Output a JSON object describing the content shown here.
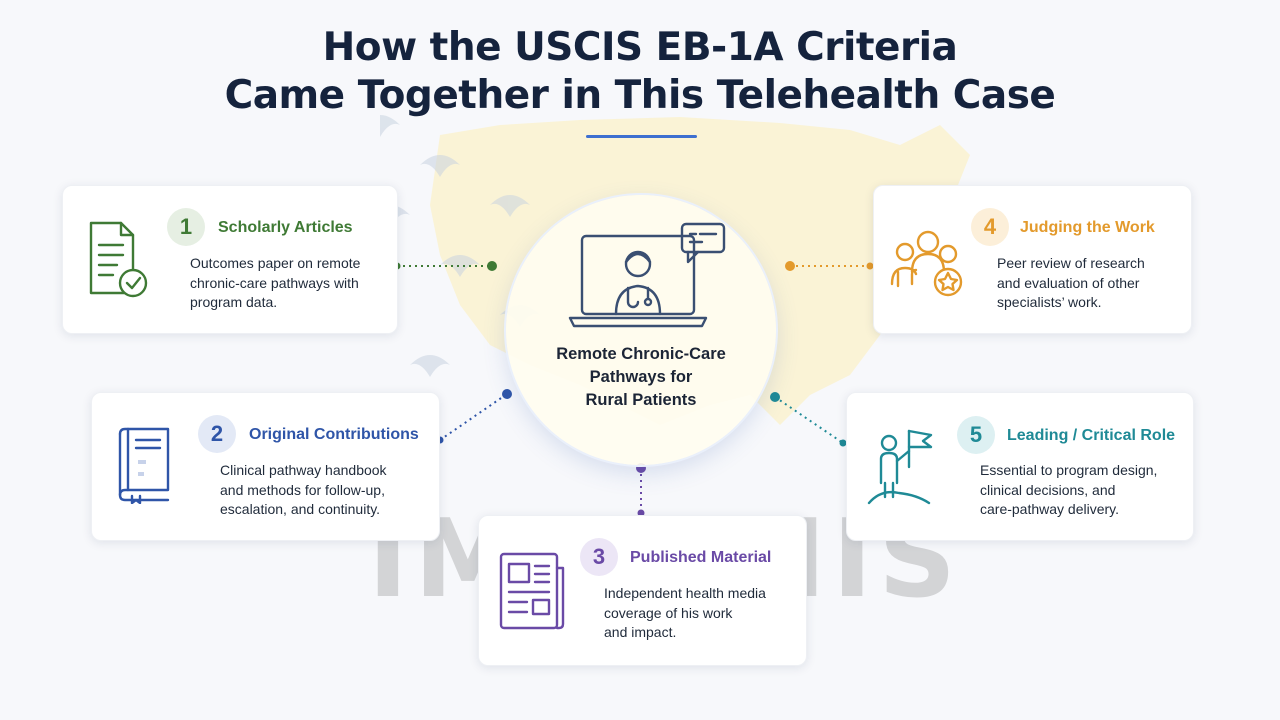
{
  "title": {
    "line1": "How the USCIS EB-1A Criteria",
    "line2": "Came Together in This Telehealth Case"
  },
  "center": {
    "label": "Remote Chronic-Care\nPathways for\nRural Patients",
    "icon": "telehealth-doctor-laptop-icon"
  },
  "criteria": [
    {
      "num": "1",
      "title": "Scholarly Articles",
      "desc": "Outcomes paper on remote\nchronic-care pathways with\nprogram data.",
      "color": "#3f7a35",
      "icon": "document-check-icon"
    },
    {
      "num": "2",
      "title": "Original Contributions",
      "desc": "Clinical pathway handbook\nand methods for follow-up,\nescalation, and continuity.",
      "color": "#2f55a8",
      "icon": "book-icon"
    },
    {
      "num": "3",
      "title": "Published Material",
      "desc": "Independent health media\ncoverage of his work\nand impact.",
      "color": "#6a4aa6",
      "icon": "newspaper-icon"
    },
    {
      "num": "4",
      "title": "Judging the Work",
      "desc": "Peer review of research\nand evaluation of other\nspecialists’ work.",
      "color": "#e39a2c",
      "icon": "people-star-icon"
    },
    {
      "num": "5",
      "title": "Leading / Critical Role",
      "desc": "Essential to program design,\nclinical decisions, and\ncare-pathway delivery.",
      "color": "#1f8a96",
      "icon": "person-flag-icon"
    }
  ],
  "watermark": "IMMGNIS"
}
